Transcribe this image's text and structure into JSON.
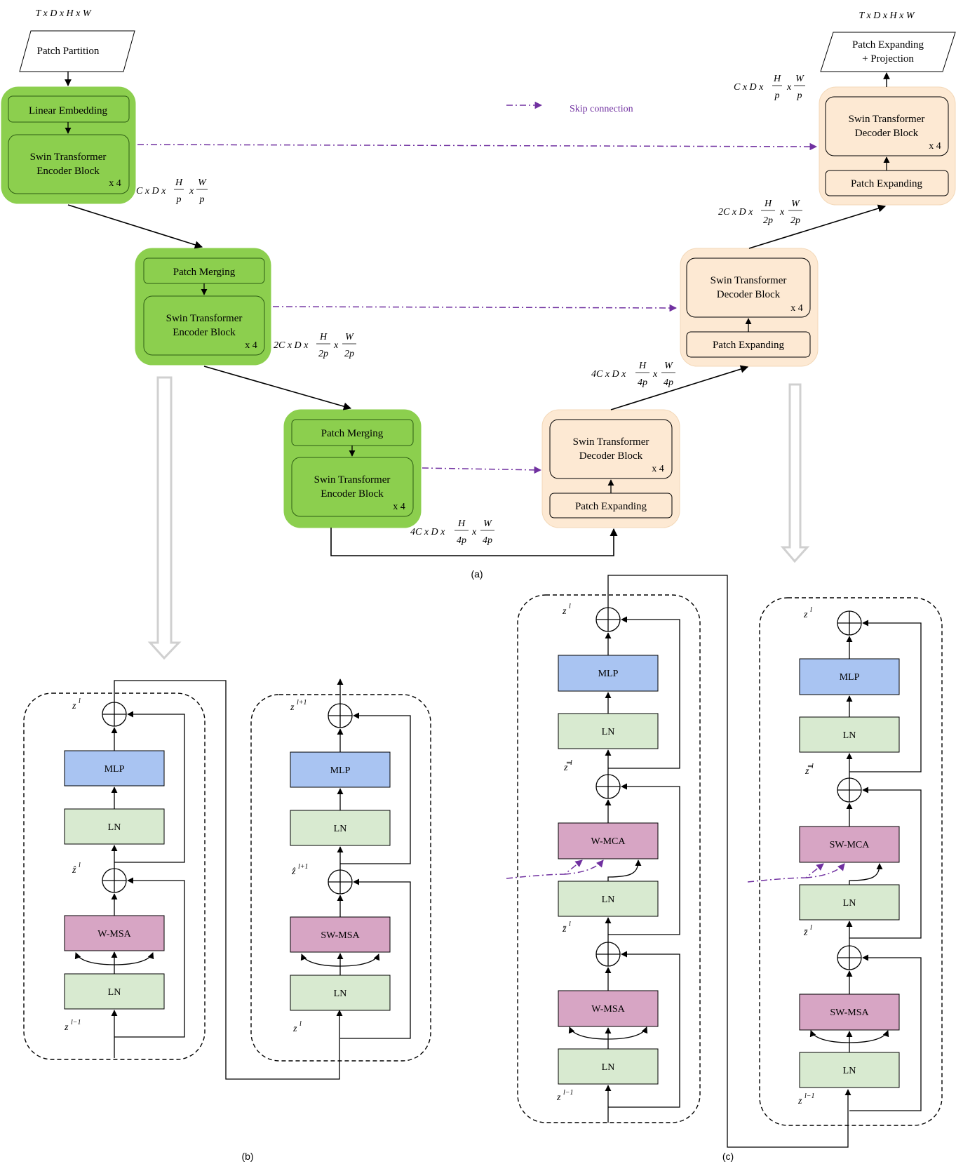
{
  "colors": {
    "encoder_green": "#8ccf4e",
    "encoder_border": "#4ea52a",
    "decoder_peach": "#fde9d3",
    "decoder_border": "#f3d8b8",
    "mlp_blue": "#a9c4f2",
    "ln_green": "#d8ead0",
    "attn_pink": "#d7a5c4",
    "skip_purple": "#7030a0",
    "gray_arrow": "#d9d9d9"
  },
  "top": {
    "input_dims": "T x D x H x W",
    "output_dims": "T x D x H x W",
    "patch_partition": "Patch Partition",
    "patch_expanding_projection_line1": "Patch Expanding",
    "patch_expanding_projection_line2": "+ Projection",
    "legend_skip": "Skip connection",
    "caption_a": "(a)"
  },
  "encoder": {
    "linear_embedding": "Linear Embedding",
    "patch_merging": "Patch Merging",
    "block_line1": "Swin Transformer",
    "block_line2": "Encoder Block",
    "repeat": "x 4"
  },
  "decoder": {
    "patch_expanding": "Patch Expanding",
    "block_line1": "Swin Transformer",
    "block_line2": "Decoder Block",
    "repeat": "x 4"
  },
  "dims": {
    "d1": {
      "prefix": "C x D x",
      "h": "H",
      "hd": "p",
      "w": "W",
      "wd": "p"
    },
    "d2": {
      "prefix": "2C x D x",
      "h": "H",
      "hd": "2p",
      "w": "W",
      "wd": "2p"
    },
    "d3": {
      "prefix": "4C x D x",
      "h": "H",
      "hd": "4p",
      "w": "W",
      "wd": "4p"
    }
  },
  "panel_b": {
    "caption": "(b)",
    "left": {
      "mlp": "MLP",
      "ln_top": "LN",
      "attn": "W-MSA",
      "ln_bottom": "LN",
      "z_out": "z",
      "z_out_sup": "l",
      "z_hat": "ẑ",
      "z_hat_sup": "l",
      "z_in": "z",
      "z_in_sup": "l−1"
    },
    "right": {
      "mlp": "MLP",
      "ln_top": "LN",
      "attn": "SW-MSA",
      "ln_bottom": "LN",
      "z_out": "z",
      "z_out_sup": "l+1",
      "z_hat": "ẑ",
      "z_hat_sup": "l+1",
      "z_in": "z",
      "z_in_sup": "l"
    }
  },
  "panel_c": {
    "caption": "(c)",
    "left": {
      "mlp": "MLP",
      "ln1": "LN",
      "mca": "W-MCA",
      "ln2": "LN",
      "msa": "W-MSA",
      "ln3": "LN",
      "z_out": "z",
      "z_out_sup": "l",
      "z_bb": "z̿",
      "z_bb_sup": "l",
      "z_b": "z̄",
      "z_b_sup": "l",
      "z_in": "z",
      "z_in_sup": "l−1"
    },
    "right": {
      "mlp": "MLP",
      "ln1": "LN",
      "mca": "SW-MCA",
      "ln2": "LN",
      "msa": "SW-MSA",
      "ln3": "LN",
      "z_out": "z",
      "z_out_sup": "l",
      "z_bb": "z̿",
      "z_bb_sup": "l",
      "z_b": "z̄",
      "z_b_sup": "l",
      "z_in": "z",
      "z_in_sup": "l−1"
    }
  }
}
